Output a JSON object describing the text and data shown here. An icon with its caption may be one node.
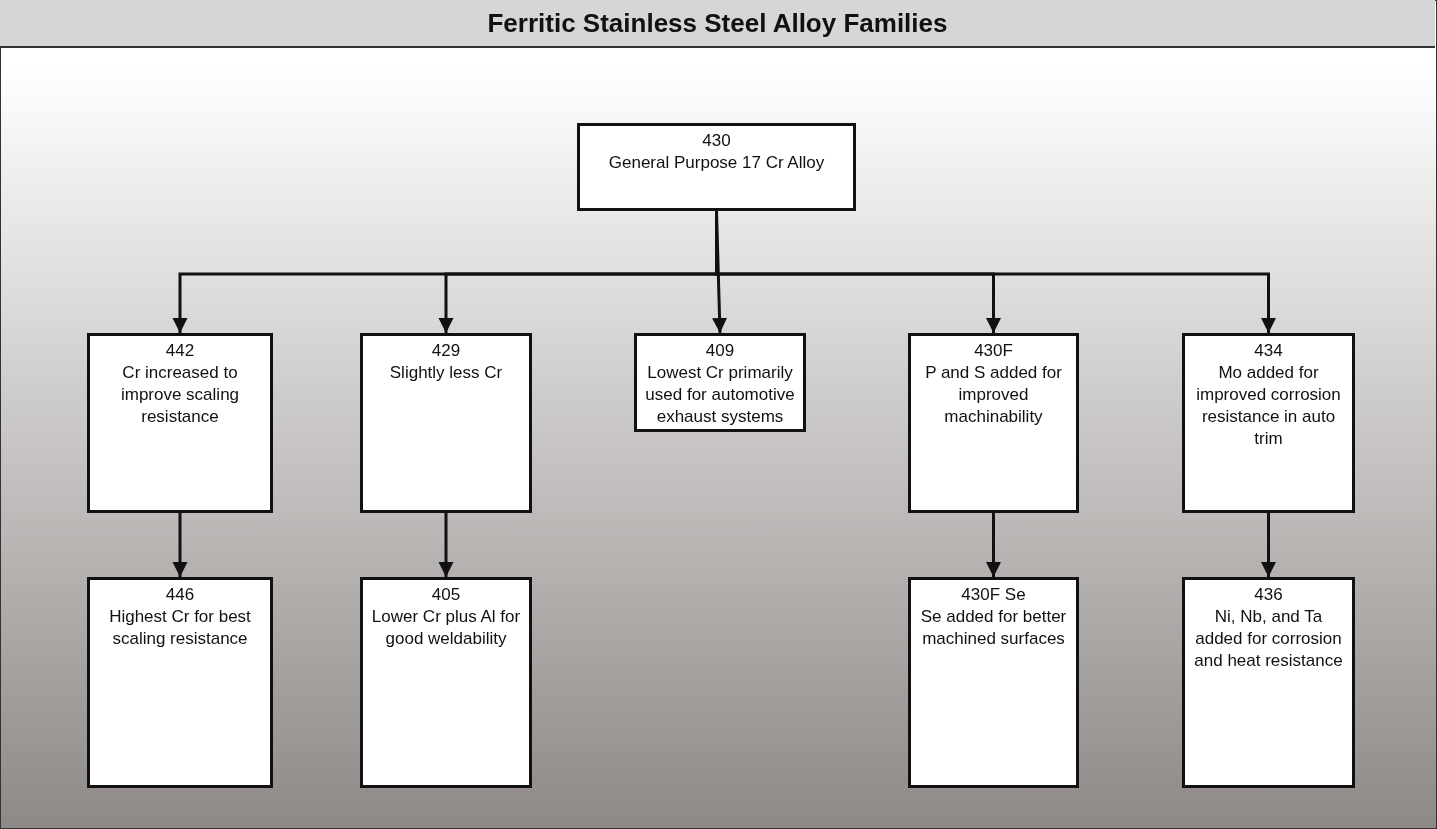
{
  "diagram": {
    "title": "Ferritic Stainless Steel Alloy Families",
    "nodes": [
      {
        "text": [
          "430",
          "General Purpose 17 Cr Alloy"
        ]
      },
      {
        "text": [
          "442",
          "Cr increased to improve scaling resistance"
        ]
      },
      {
        "text": [
          "429",
          "Slightly less Cr"
        ]
      },
      {
        "text": [
          "409",
          "Lowest Cr primarily used for automotive exhaust systems"
        ]
      },
      {
        "text": [
          "430F",
          "P and S added for improved machinability"
        ]
      },
      {
        "text": [
          "434",
          "Mo added for improved corrosion resistance in auto trim"
        ]
      },
      {
        "text": [
          "446",
          "Highest Cr for best scaling resistance"
        ]
      },
      {
        "text": [
          "405",
          "Lower Cr plus Al for good weldability"
        ]
      },
      {
        "text": [
          "430F Se",
          "Se added for better machined surfaces"
        ]
      },
      {
        "text": [
          "436",
          "Ni, Nb, and Ta added for corrosion and heat resistance"
        ]
      }
    ],
    "edges": [
      {
        "from": 0,
        "to": 1,
        "arrow": "to"
      },
      {
        "from": 0,
        "to": 2,
        "arrow": "to"
      },
      {
        "from": 0,
        "to": 3,
        "arrow": "to"
      },
      {
        "from": 0,
        "to": 4,
        "arrow": "to"
      },
      {
        "from": 0,
        "to": 5,
        "arrow": "to"
      },
      {
        "from": 1,
        "to": 6,
        "arrow": "to"
      },
      {
        "from": 2,
        "to": 7,
        "arrow": "to"
      },
      {
        "from": 4,
        "to": 8,
        "arrow": "to"
      },
      {
        "from": 5,
        "to": 9,
        "arrow": "to"
      }
    ]
  }
}
